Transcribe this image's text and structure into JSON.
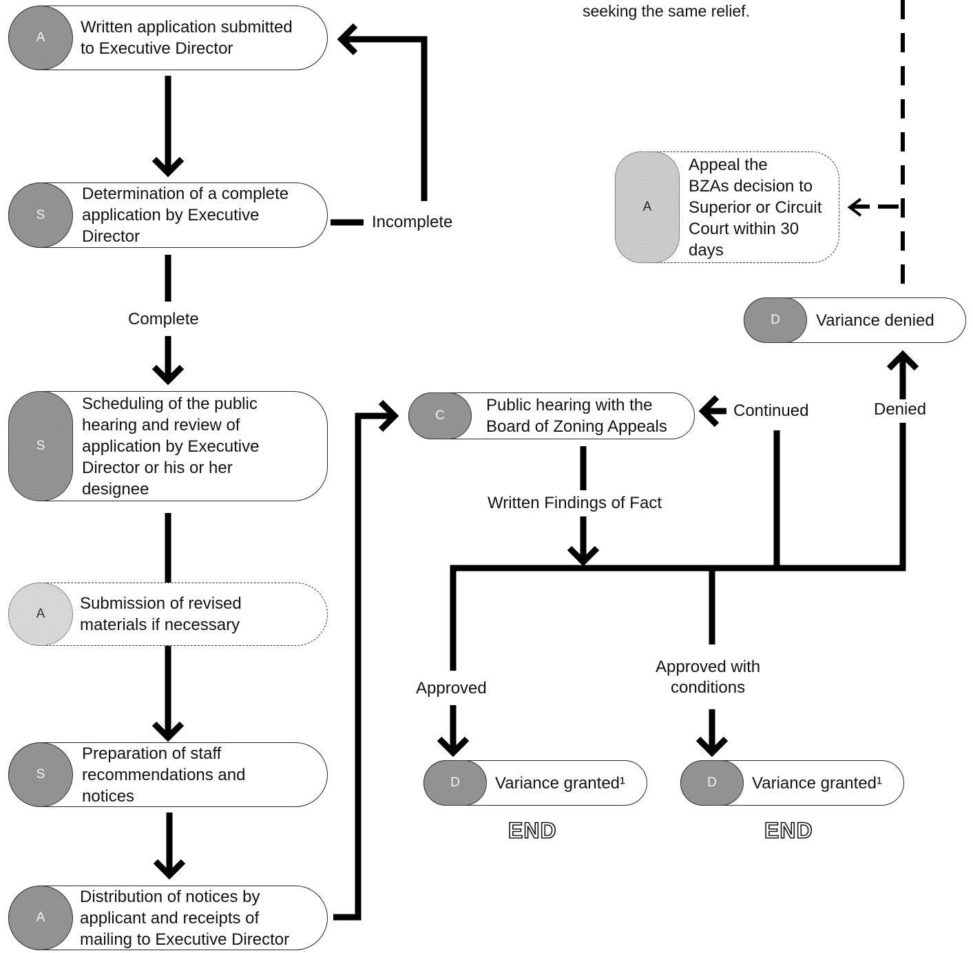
{
  "diagram": {
    "note": "seeking the same relief.",
    "nodes": [
      {
        "id": "written-application",
        "badge": "A",
        "text": "Written application submitted\nto Executive Director"
      },
      {
        "id": "determination",
        "badge": "S",
        "text": "Determination of a complete\napplication by Executive\nDirector"
      },
      {
        "id": "scheduling",
        "badge": "S",
        "text": "Scheduling of the public\nhearing and review of\napplication by  Executive\nDirector or his or her\ndesignee"
      },
      {
        "id": "revised-materials",
        "badge": "A",
        "text": "Submission of revised\nmaterials if necessary"
      },
      {
        "id": "staff-recommendations",
        "badge": "S",
        "text": "Preparation of staff\nrecommendations and\nnotices"
      },
      {
        "id": "distribution",
        "badge": "A",
        "text": "Distribution of notices by\napplicant and receipts of\nmailing to Executive Director"
      },
      {
        "id": "public-hearing",
        "badge": "C",
        "text": "Public hearing with the\nBoard of Zoning Appeals"
      },
      {
        "id": "appeal",
        "badge": "A",
        "text": "Appeal the\nBZAs decision to\nSuperior or Circuit\nCourt within 30\ndays"
      },
      {
        "id": "variance-denied",
        "badge": "D",
        "text": "Variance denied"
      },
      {
        "id": "variance-granted-approved",
        "badge": "D",
        "text": "Variance granted¹"
      },
      {
        "id": "variance-granted-conditions",
        "badge": "D",
        "text": "Variance granted¹"
      }
    ],
    "labels": {
      "incomplete": "Incomplete",
      "complete": "Complete",
      "written_findings": "Written Findings of Fact",
      "continued": "Continued",
      "denied": "Denied",
      "approved": "Approved",
      "approved_with_conditions": "Approved with\nconditions"
    },
    "end_labels": [
      "END",
      "END"
    ]
  }
}
